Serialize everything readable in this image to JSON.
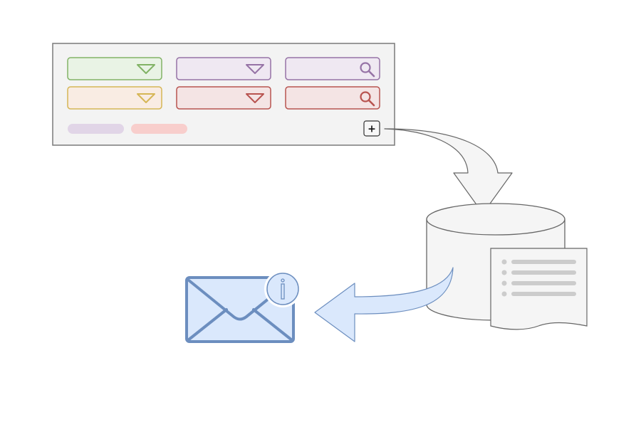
{
  "filter_panel": {
    "rows": [
      [
        {
          "control": "dropdown",
          "icon": "triangle-down-icon",
          "border": "#82b366",
          "fill": "#e9f3e5"
        },
        {
          "control": "dropdown",
          "icon": "triangle-down-icon",
          "border": "#9673a6",
          "fill": "#efe8f2"
        },
        {
          "control": "search",
          "icon": "magnifier-icon",
          "border": "#9673a6",
          "fill": "#efe8f2"
        }
      ],
      [
        {
          "control": "dropdown",
          "icon": "triangle-down-icon",
          "border": "#d6b656",
          "fill": "#f9ece3"
        },
        {
          "control": "dropdown",
          "icon": "triangle-down-icon",
          "border": "#b85450",
          "fill": "#f4e4e4"
        },
        {
          "control": "search",
          "icon": "magnifier-icon",
          "border": "#b85450",
          "fill": "#f4e4e4"
        }
      ]
    ],
    "chips": [
      {
        "color": "#e1d5e7"
      },
      {
        "color": "#f8cecc"
      }
    ],
    "add_button": {
      "label": "+"
    }
  },
  "database": {
    "icon": "database-icon"
  },
  "report": {
    "icon": "document-list-icon",
    "line_count": 4
  },
  "email": {
    "icon": "envelope-icon",
    "badge_icon": "info-icon"
  },
  "colors": {
    "panel_fill": "#f3f3f3",
    "panel_border": "#7a7a7a",
    "arrow_gray_fill": "#f5f5f5",
    "arrow_gray_stroke": "#666666",
    "arrow_blue_fill": "#dae8fc",
    "arrow_blue_stroke": "#6c8ebf",
    "envelope_fill": "#dae8fc",
    "envelope_stroke": "#6c8ebf",
    "report_line": "#cccccc"
  }
}
